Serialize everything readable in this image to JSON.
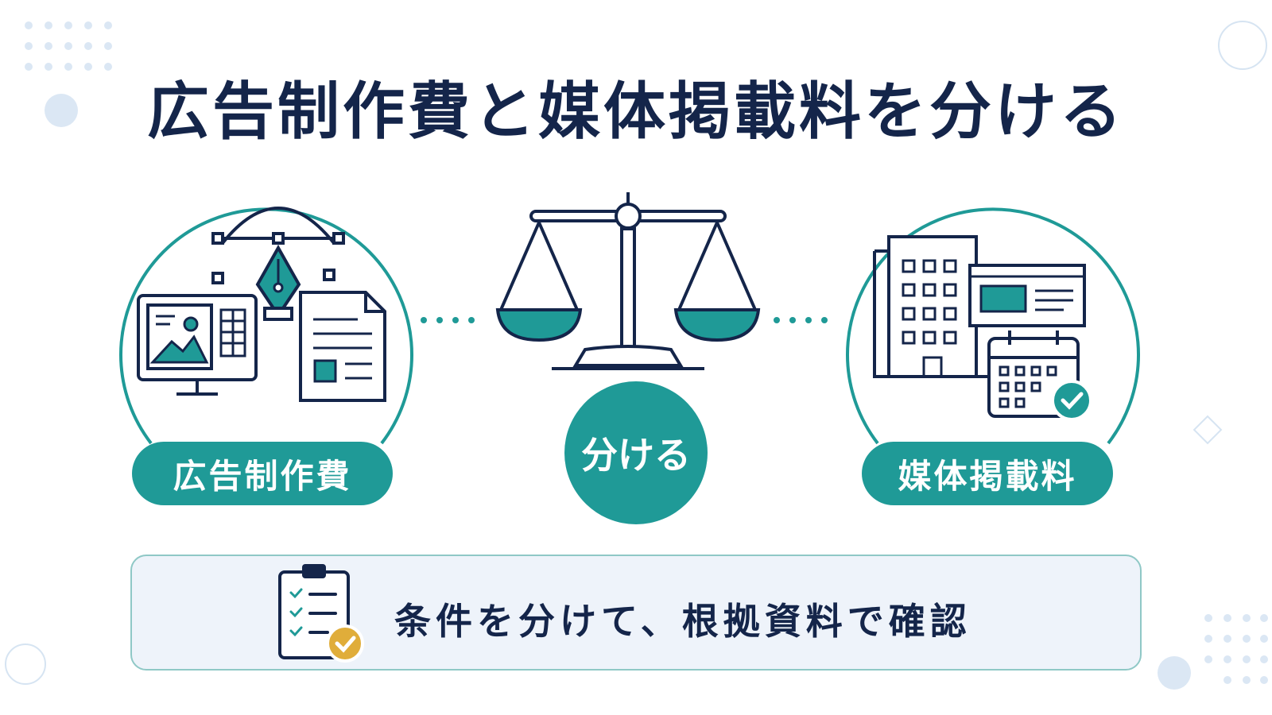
{
  "title": "広告制作費と媒体掲載料を分ける",
  "left": {
    "label": "広告制作費",
    "icon": "design-production-icon"
  },
  "center": {
    "label": "分ける",
    "icon": "balance-scale-icon"
  },
  "right": {
    "label": "媒体掲載料",
    "icon": "media-building-calendar-icon"
  },
  "note": {
    "text": "条件を分けて、根拠資料で確認",
    "icon": "checklist-clipboard-icon"
  },
  "colors": {
    "navy": "#14254a",
    "teal": "#1f9a97",
    "gold": "#e0ad3a",
    "light_blue": "#dce9f6"
  }
}
